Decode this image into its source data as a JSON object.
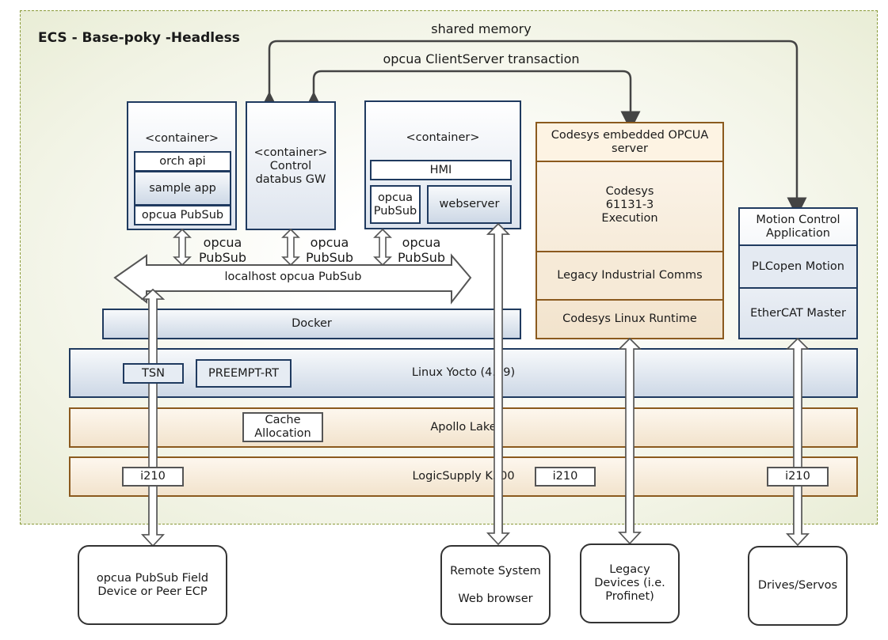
{
  "title": "ECS - Base-poky  -Headless",
  "links": {
    "shared_memory": "shared memory",
    "client_server": "opcua ClientServer transaction"
  },
  "containers": {
    "c1": {
      "title": "<container>",
      "items": [
        "orch api",
        "sample app",
        "opcua PubSub"
      ]
    },
    "c2": {
      "line1": "<container>",
      "line2": "Control",
      "line3": "databus GW"
    },
    "c3": {
      "title": "<container>",
      "hmi": "HMI",
      "pubsub": "opcua PubSub",
      "webserver": "webserver"
    }
  },
  "pubsub_label": "opcua PubSub",
  "localhost_bus": "localhost opcua PubSub",
  "codesys": {
    "server": "Codesys embedded OPCUA server",
    "execution": [
      "Codesys",
      "61131-3",
      "Execution"
    ],
    "legacy_comms": "Legacy Industrial Comms",
    "runtime": "Codesys Linux Runtime"
  },
  "motion": {
    "app": "Motion Control Application",
    "plcopen": "PLCopen Motion",
    "ethercat": "EtherCAT Master"
  },
  "layers": {
    "docker": "Docker",
    "linux": "Linux Yocto (4.19)",
    "tsn": "TSN",
    "preempt": "PREEMPT-RT",
    "apollo": "Apollo Lake",
    "cache": "Cache Allocation",
    "logicsupply": "LogicSupply K300",
    "i210": "i210"
  },
  "external": {
    "field": "opcua PubSub Field Device or Peer ECP",
    "remote_1": "Remote System",
    "remote_2": "Web browser",
    "legacy": "Legacy Devices (i.e. Profinet)",
    "drives": "Drives/Servos"
  }
}
